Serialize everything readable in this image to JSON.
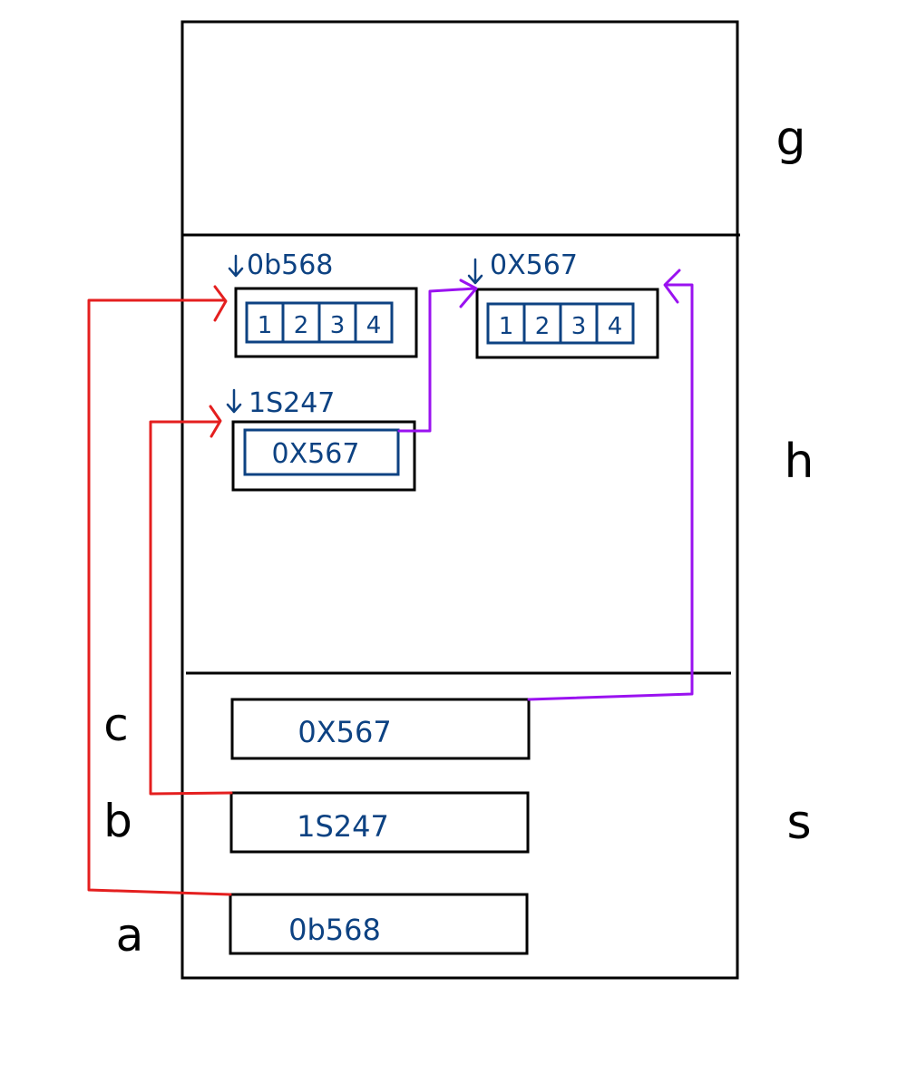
{
  "regions": {
    "g": "g",
    "h": "h",
    "s": "s"
  },
  "variables": {
    "c": {
      "name": "c",
      "value": "0X567"
    },
    "b": {
      "name": "b",
      "value": "1S247"
    },
    "a": {
      "name": "a",
      "value": "0b568"
    }
  },
  "heap": {
    "array_one": {
      "address": "0b568",
      "cells": [
        "1",
        "2",
        "3",
        "4"
      ]
    },
    "array_two": {
      "address": "0X567",
      "cells": [
        "1",
        "2",
        "3",
        "4"
      ]
    },
    "ref_obj": {
      "address": "1S247",
      "value": "0X567"
    }
  },
  "colors": {
    "ink": "#0d4282",
    "pointer_red": "#e41f1f",
    "pointer_purple": "#9a12f0"
  }
}
